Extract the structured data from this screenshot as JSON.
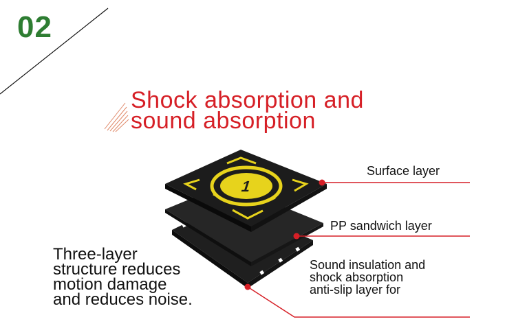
{
  "section_number": "02",
  "headline": {
    "line1": "Shock absorption and",
    "line2": "sound absorption"
  },
  "layers": {
    "surface": "Surface layer",
    "pp": "PP sandwich layer",
    "sound": {
      "line1": "Sound insulation and",
      "line2": "shock absorption",
      "line3": "anti-slip layer for"
    }
  },
  "tile_number": "1",
  "description": {
    "line1": "Three-layer",
    "line2": "structure reduces",
    "line3": "motion damage",
    "line4": "and reduces noise."
  },
  "colors": {
    "accent_red": "#d61f26",
    "number_green": "#2e7d32",
    "tile_yellow": "#e7d31c",
    "tile_black": "#1c1c1c"
  }
}
